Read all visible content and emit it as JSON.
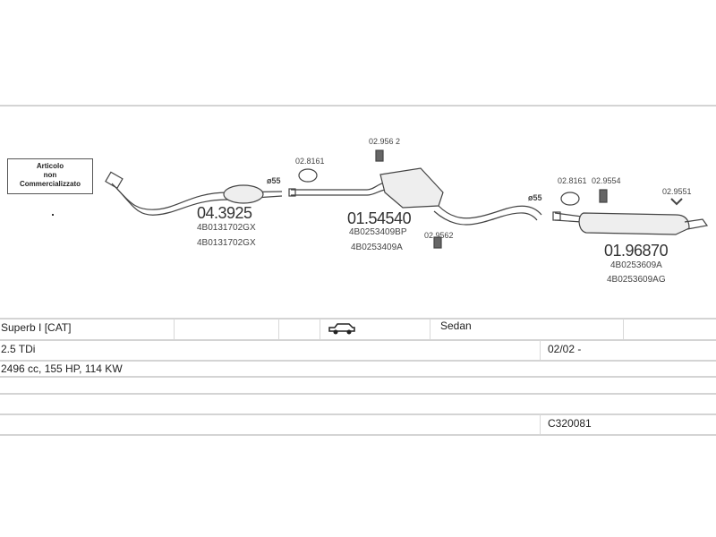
{
  "diagram": {
    "not_available_label": [
      "Articolo",
      "non",
      "Commercializzato"
    ],
    "parts": [
      {
        "number": "04.3925",
        "oe": [
          "4B0131702GX",
          "4B0131702GX"
        ]
      },
      {
        "number": "01.54540",
        "oe": [
          "4B0253409BP",
          "4B0253409A"
        ]
      },
      {
        "number": "01.96870",
        "oe": [
          "4B0253609A",
          "4B0253609AG"
        ]
      }
    ],
    "accessories": [
      "02.8161",
      "02.956 2",
      "02.9562",
      "02.8161",
      "02.9554",
      "02.9551"
    ],
    "diameters": [
      "ø55",
      "ø55"
    ]
  },
  "vehicle": {
    "model": "Superb I [CAT]",
    "body": "Sedan",
    "body_icon": "car-icon",
    "engine": "2.5 TDi",
    "date": "02/02 -",
    "specs": "2496 cc, 155 HP, 114 KW",
    "code": "C320081"
  }
}
